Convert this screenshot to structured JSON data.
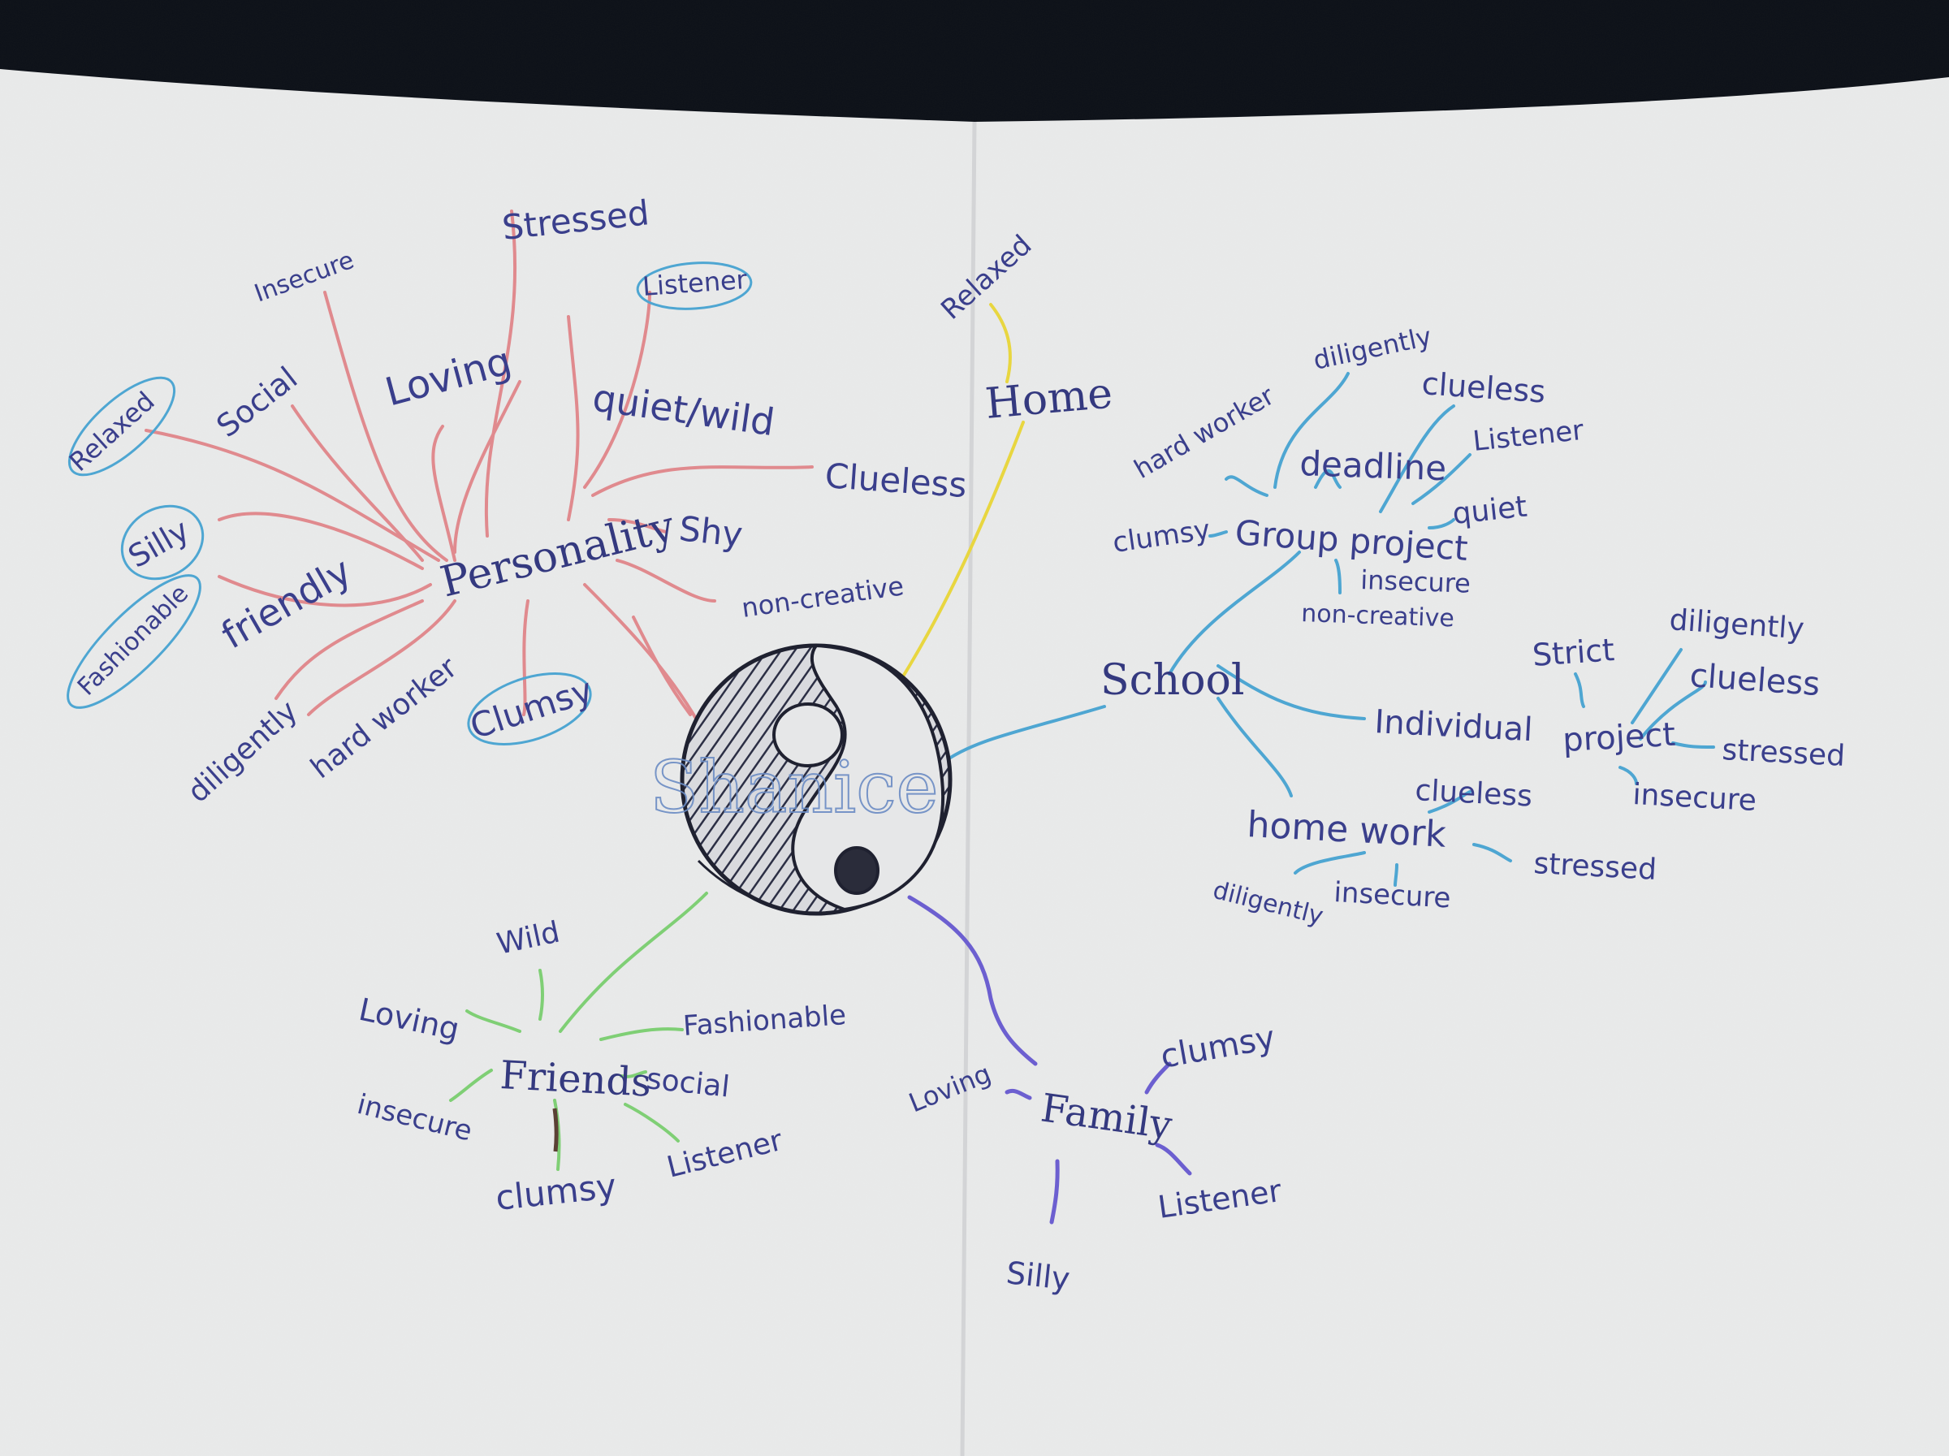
{
  "center": {
    "label": "Shanice"
  },
  "colors": {
    "paper": "#ebeceb",
    "ink": "#3a3f8c",
    "personality": "#e08a8e",
    "home": "#e8d640",
    "school": "#4ea6d2",
    "friends": "#7fcf75",
    "family": "#6c5fd0"
  },
  "personality": {
    "label": "Personality",
    "words": [
      "Insecure",
      "Stressed",
      "Listener",
      "Loving",
      "quiet/wild",
      "Social",
      "Relaxed",
      "Clueless",
      "Shy",
      "Silly",
      "non-creative",
      "friendly",
      "Fashionable",
      "diligently",
      "hard worker",
      "Clumsy"
    ]
  },
  "home": {
    "label": "Home",
    "words": [
      "Relaxed"
    ]
  },
  "school": {
    "label": "School",
    "group_project": {
      "label": "Group project",
      "words": [
        "diligently",
        "clueless",
        "hard worker",
        "Listener",
        "deadline",
        "quiet",
        "clumsy",
        "insecure",
        "non-creative"
      ]
    },
    "individual": {
      "label": "Individual",
      "project": {
        "label": "project",
        "words": [
          "Strict",
          "diligently",
          "clueless",
          "stressed",
          "insecure"
        ]
      }
    },
    "homework": {
      "label": "home work",
      "words": [
        "clueless",
        "stressed",
        "diligently",
        "insecure"
      ]
    }
  },
  "friends": {
    "label": "Friends",
    "words": [
      "Wild",
      "Loving",
      "Fashionable",
      "social",
      "insecure",
      "Listener",
      "clumsy"
    ]
  },
  "family": {
    "label": "Family",
    "words": [
      "clumsy",
      "Loving",
      "Listener",
      "Silly"
    ]
  }
}
